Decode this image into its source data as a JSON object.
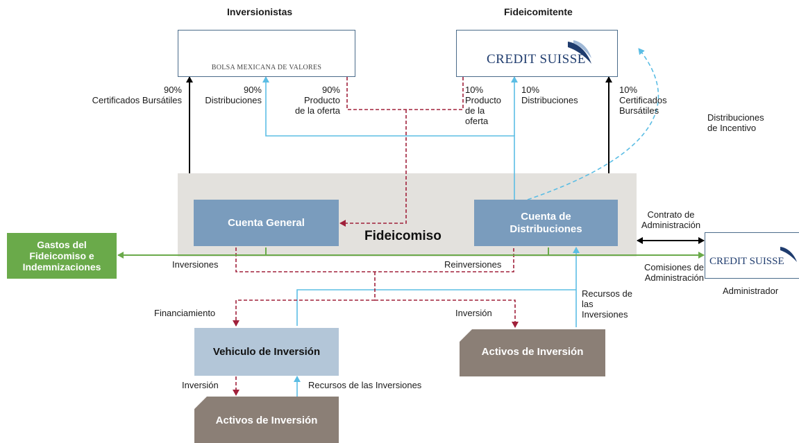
{
  "headers": {
    "investors": "Inversionistas",
    "settlor": "Fideicomitente"
  },
  "logos": {
    "bmv_text": "BOLSA MEXICANA DE VALORES",
    "credit_suisse": "CREDIT SUISSE",
    "credit_suisse_admin": "CREDIT SUISSE"
  },
  "boxes": {
    "fideicomiso": "Fideicomiso",
    "cuenta_general": "Cuenta General",
    "cuenta_distribuciones_1": "Cuenta de",
    "cuenta_distribuciones_2": "Distribuciones",
    "gastos_1": "Gastos del",
    "gastos_2": "Fideicomiso e",
    "gastos_3": "Indemnizaciones",
    "vehiculo": "Vehiculo de Inversión",
    "activos_1": "Activos de Inversión",
    "activos_2": "Activos de Inversión"
  },
  "labels": {
    "pct90_cert_1": "90%",
    "pct90_cert_2": "Certificados Bursátiles",
    "pct90_dist_1": "90%",
    "pct90_dist_2": "Distribuciones",
    "pct90_prod_1": "90%",
    "pct90_prod_2": "Producto",
    "pct90_prod_3": "de la oferta",
    "pct10_prod_1": "10%",
    "pct10_prod_2": "Producto",
    "pct10_prod_3": "de la",
    "pct10_prod_4": "oferta",
    "pct10_dist_1": "10%",
    "pct10_dist_2": "Distribuciones",
    "pct10_cert_1": "10%",
    "pct10_cert_2": "Certificados",
    "pct10_cert_3": "Bursátiles",
    "incentivo_1": "Distribuciones",
    "incentivo_2": "de Incentivo",
    "contrato_1": "Contrato de",
    "contrato_2": "Administración",
    "comisiones_1": "Comisiones de",
    "comisiones_2": "Administración",
    "administrador": "Administrador",
    "inversiones": "Inversiones",
    "reinversiones": "Reinversiones",
    "financiamiento": "Financiamiento",
    "inversion_right": "Inversión",
    "recursos_1": "Recursos de",
    "recursos_2": "las",
    "recursos_3": "Inversiones",
    "inversion_bottom": "Inversión",
    "recursos_bottom": "Recursos de las Inversiones"
  },
  "colors": {
    "dashed_red": "#a0203a",
    "light_blue": "#5bbde4",
    "green": "#6aaa4a",
    "black": "#000000",
    "box_blue": "#7a9cbd",
    "gray_brown": "#8b7f76",
    "credit_suisse_navy": "#1f3c6e",
    "bmv_gold": "#b8922f"
  }
}
